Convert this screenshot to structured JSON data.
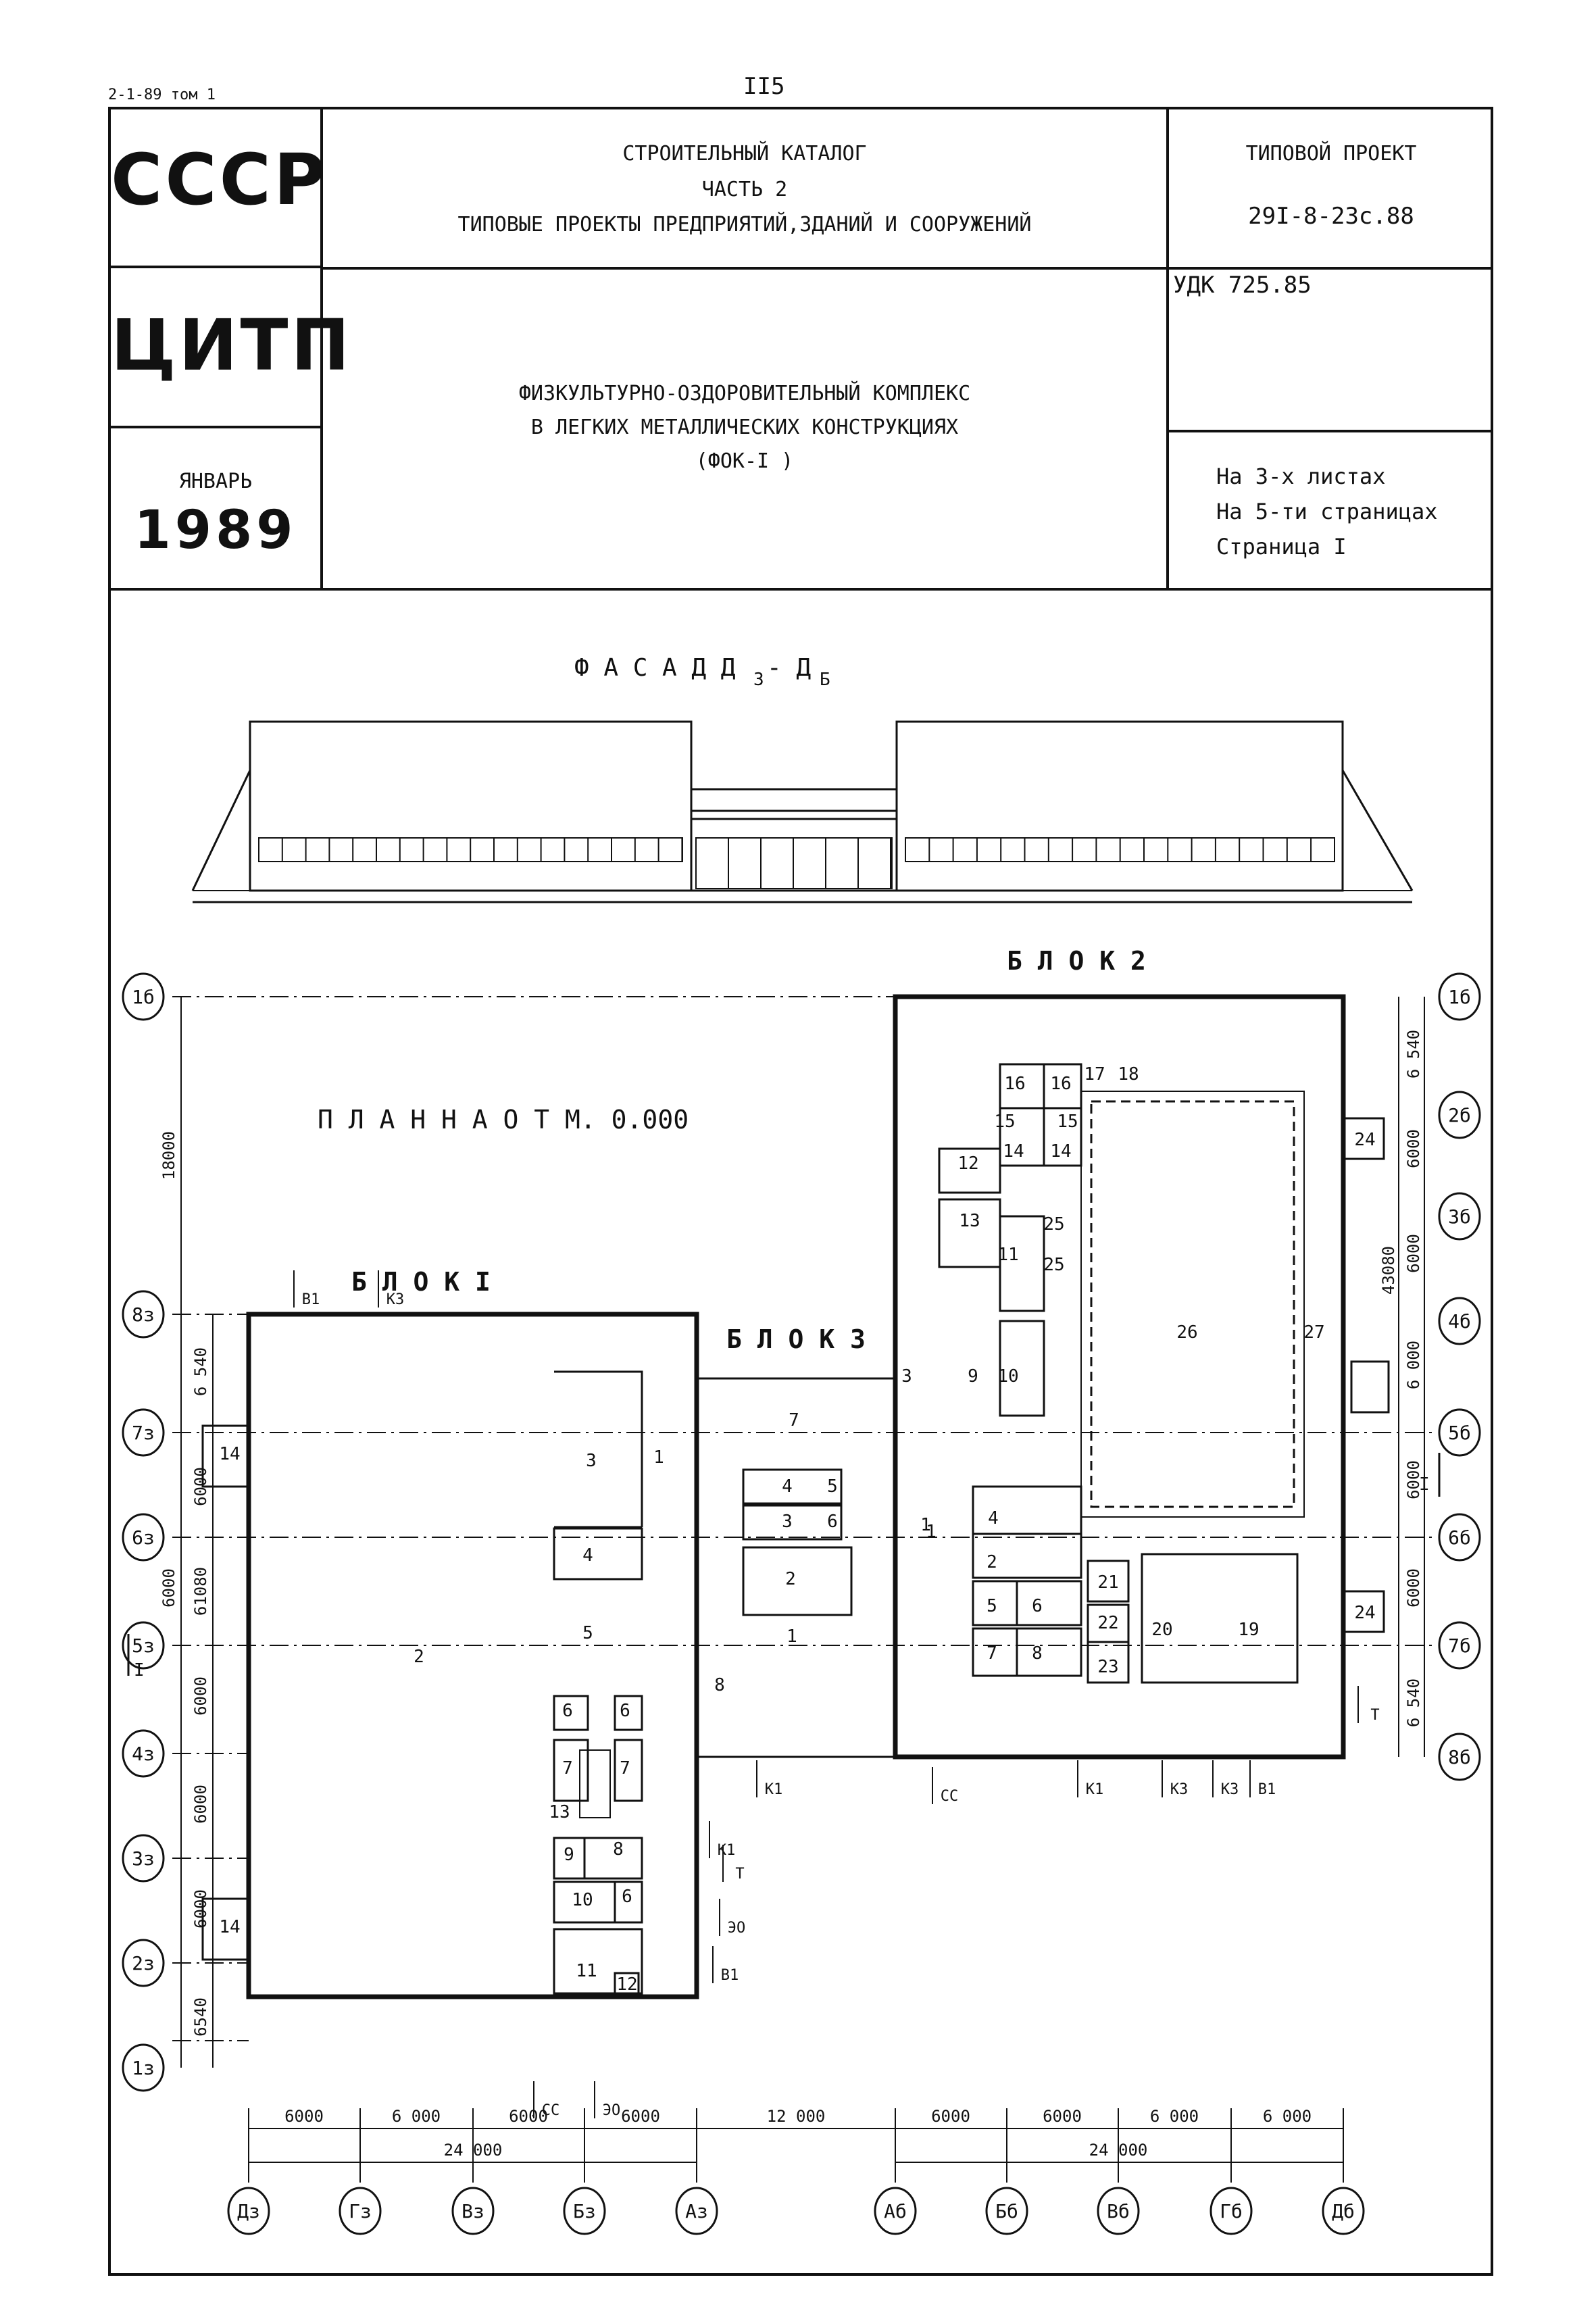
{
  "header": {
    "series_ref": "2-1-89 том 1",
    "page_number": "II5",
    "org_top": "СССР",
    "org_bottom": "ЦИТП",
    "month": "ЯНВАРЬ",
    "year": "1989",
    "catalog_title": "СТРОИТЕЛЬНЫЙ КАТАЛОГ",
    "catalog_part": "ЧАСТЬ 2",
    "catalog_subtitle": "ТИПОВЫЕ ПРОЕКТЫ ПРЕДПРИЯТИЙ,ЗДАНИЙ И СООРУЖЕНИЙ",
    "project_label": "ТИПОВОЙ ПРОЕКТ",
    "project_code": "29I-8-23с.88",
    "udk": "УДК 725.85",
    "object_line1": "ФИЗКУЛЬТУРНО-ОЗДОРОВИТЕЛЬНЫЙ КОМПЛЕКС",
    "object_line2": "В ЛЕГКИХ МЕТАЛЛИЧЕСКИХ КОНСТРУКЦИЯХ",
    "object_line3": "(ФОК-I   )",
    "sheets": "На 3-х листах",
    "pages": "На 5-ти страницах",
    "page": "Страница I"
  },
  "drawing": {
    "facade_title": "Ф А С А Д   Д",
    "facade_sub1": "3",
    "facade_dash": "- Д",
    "facade_sub2": "Б",
    "plan_title": "П Л А Н   Н А   О Т М.  0.000",
    "block1": "Б Л О К  I",
    "block2": "Б Л О К   2",
    "block3": "Б Л О К  3",
    "axes_bottom_left": [
      "Дз",
      "Гз",
      "Вз",
      "Бз",
      "Аз"
    ],
    "axes_bottom_right": [
      "Аб",
      "Бб",
      "Вб",
      "Гб",
      "Дб"
    ],
    "axes_left": [
      "1б",
      "8з",
      "7з",
      "6з",
      "5з",
      "4з",
      "3з",
      "2з",
      "1з"
    ],
    "axes_right": [
      "1б",
      "2б",
      "3б",
      "4б",
      "5б",
      "6б",
      "7б",
      "8б"
    ],
    "dims_bottom_left": [
      "6000",
      "6 000",
      "6000",
      "6000"
    ],
    "dims_bottom_total_left": "24 000",
    "dims_bottom_mid": "12 000",
    "dims_bottom_right": [
      "6000",
      "6000",
      "6 000",
      "6 000"
    ],
    "dims_bottom_total_right": "24 000",
    "dims_left": [
      "18000",
      "6 540",
      "6000",
      "6000",
      "61080",
      "6000",
      "6000",
      "6000",
      "6540"
    ],
    "dims_right": [
      "6 540",
      "6000",
      "6000",
      "43080",
      "6 000",
      "6000",
      "6000",
      "6 540"
    ],
    "utility_labels": [
      "В1",
      "К3",
      "К1",
      "Т",
      "ЭО",
      "В1",
      "СС",
      "ЭО",
      "СС",
      "К1",
      "К3",
      "К3",
      "В1",
      "Т",
      "К1"
    ],
    "section_mark": "I",
    "block1_rooms": [
      "1",
      "2",
      "3",
      "4",
      "5",
      "6",
      "6",
      "7",
      "7",
      "8",
      "9",
      "10",
      "6",
      "11",
      "12",
      "13",
      "14",
      "14"
    ],
    "block3_rooms": [
      "7",
      "4",
      "5",
      "3",
      "6",
      "2",
      "1",
      "8",
      "1",
      "3"
    ],
    "block2_rooms": [
      "16",
      "16",
      "15",
      "15",
      "12",
      "14",
      "14",
      "17",
      "18",
      "13",
      "11",
      "25",
      "25",
      "9",
      "10",
      "26",
      "27",
      "24",
      "24",
      "4",
      "2",
      "5",
      "6",
      "7",
      "8",
      "21",
      "22",
      "20",
      "19",
      "23",
      "1"
    ]
  }
}
